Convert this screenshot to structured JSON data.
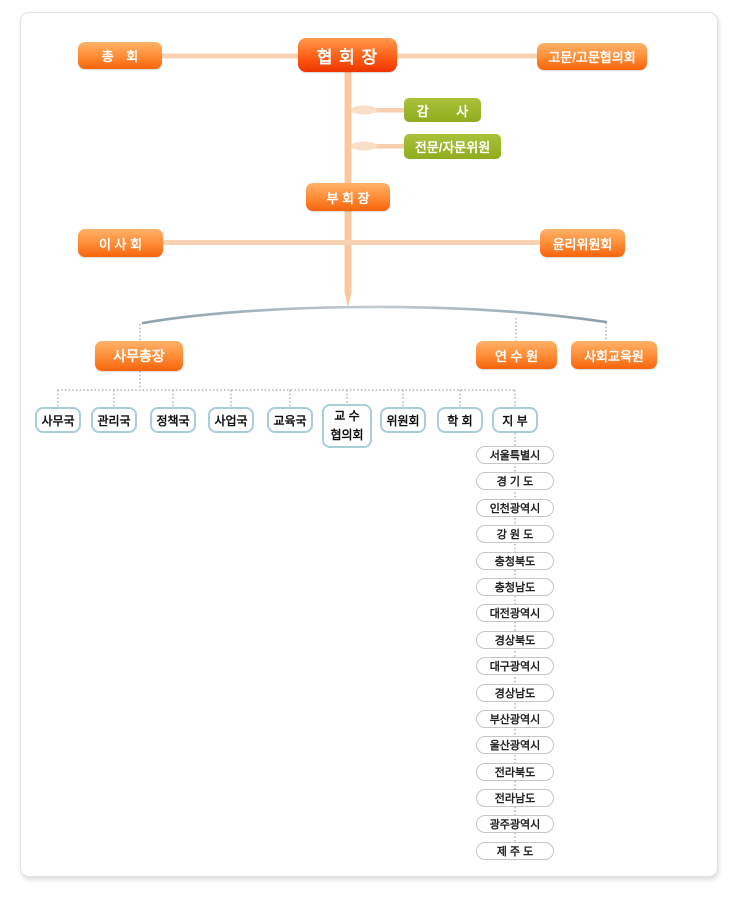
{
  "chart": {
    "nodes": {
      "assembly": "총 회",
      "president": "협 회 장",
      "advisors": "고문/고문협의회",
      "audit": "감 사",
      "expert_advisory": "전문/자문위원",
      "vice_president": "부 회 장",
      "board_of_directors": "이 사 회",
      "ethics_committee": "윤리위원회",
      "secretary_general": "사무총장",
      "training_institute": "연 수 원",
      "social_education_institute": "사회교육원"
    },
    "departments": {
      "items": [
        {
          "label": "사무국"
        },
        {
          "label": "관리국"
        },
        {
          "label": "정책국"
        },
        {
          "label": "사업국"
        },
        {
          "label": "교육국"
        },
        {
          "label": "교 수\n협의회"
        },
        {
          "label": "위원회"
        },
        {
          "label": "학 회"
        },
        {
          "label": "지 부"
        }
      ]
    },
    "branches": {
      "items": [
        {
          "label": "서울특별시"
        },
        {
          "label": "경 기 도"
        },
        {
          "label": "인천광역시"
        },
        {
          "label": "강 원 도"
        },
        {
          "label": "충청북도"
        },
        {
          "label": "충청남도"
        },
        {
          "label": "대전광역시"
        },
        {
          "label": "경상북도"
        },
        {
          "label": "대구광역시"
        },
        {
          "label": "경상남도"
        },
        {
          "label": "부산광역시"
        },
        {
          "label": "울산광역시"
        },
        {
          "label": "전라북도"
        },
        {
          "label": "전라남도"
        },
        {
          "label": "광주광역시"
        },
        {
          "label": "제 주 도"
        }
      ]
    },
    "colors": {
      "orange_box_top": "#ffb269",
      "orange_box_bottom": "#f6640c",
      "president_box_bottom": "#ee3302",
      "green_box": "#9ab52a",
      "peach_line": "#f8cca6",
      "arc_gray_blue": "#96a9b5",
      "blue_border": "#a9ced9",
      "region_border": "#c6c6c6",
      "dotted_line": "#8c8c8c"
    }
  }
}
